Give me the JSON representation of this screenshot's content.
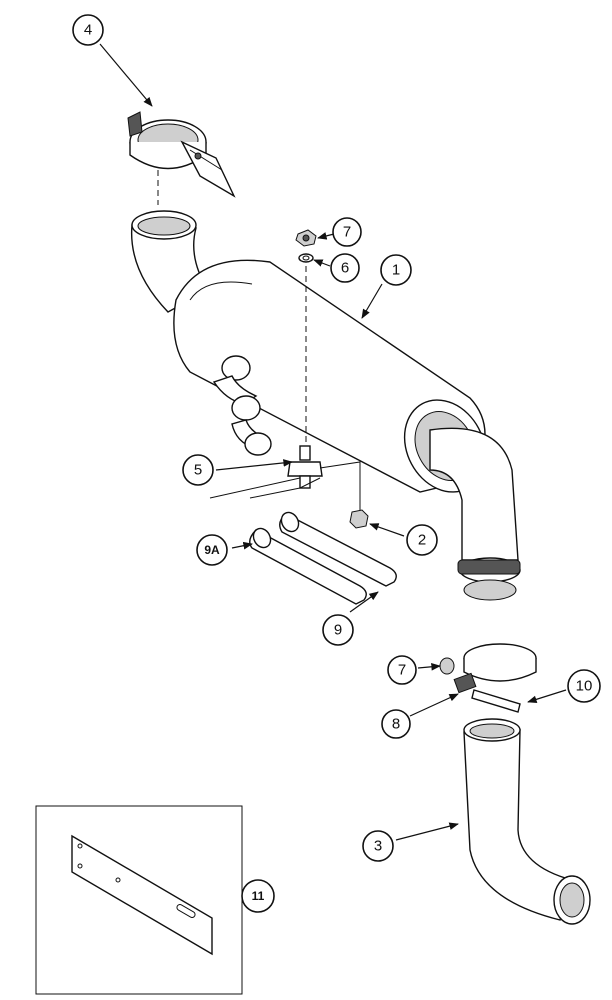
{
  "callouts": [
    {
      "id": "c1",
      "label": "1"
    },
    {
      "id": "c2",
      "label": "2"
    },
    {
      "id": "c3",
      "label": "3"
    },
    {
      "id": "c4",
      "label": "4"
    },
    {
      "id": "c5",
      "label": "5"
    },
    {
      "id": "c6",
      "label": "6"
    },
    {
      "id": "c7a",
      "label": "7"
    },
    {
      "id": "c7b",
      "label": "7"
    },
    {
      "id": "c8",
      "label": "8"
    },
    {
      "id": "c9",
      "label": "9"
    },
    {
      "id": "c9a",
      "label": "9A"
    },
    {
      "id": "c10",
      "label": "10"
    },
    {
      "id": "c11",
      "label": "11"
    }
  ]
}
